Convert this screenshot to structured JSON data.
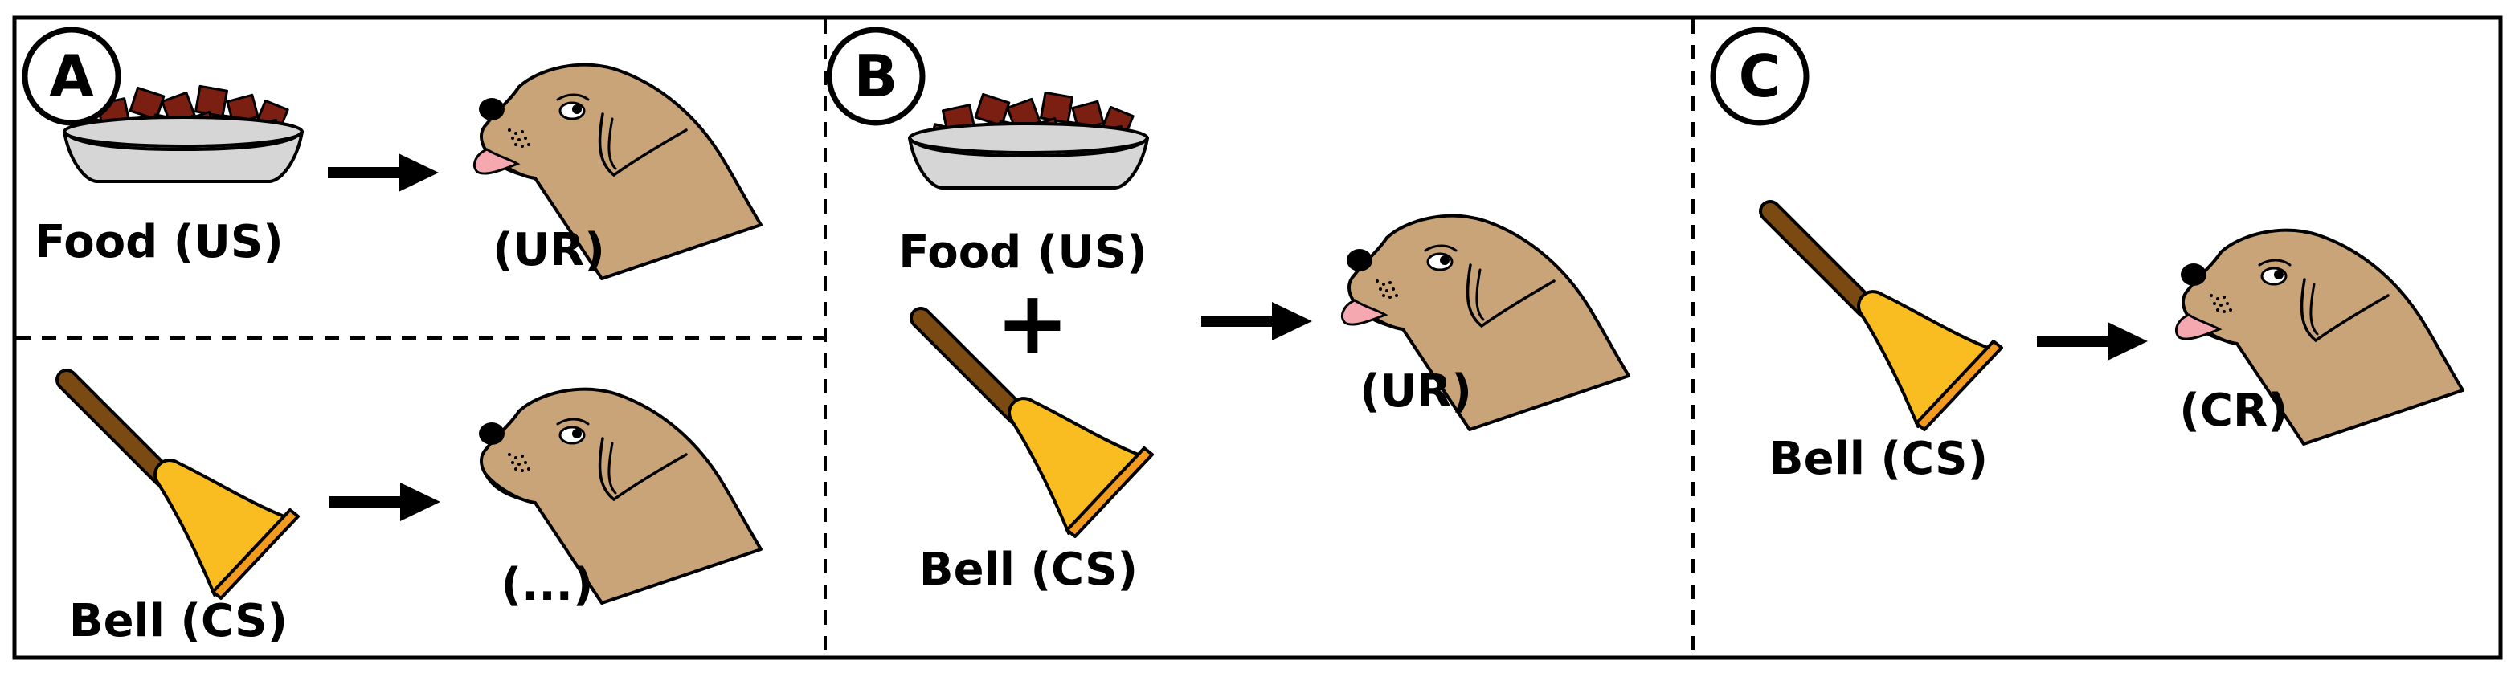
{
  "panels": {
    "A": {
      "letter": "A",
      "top": {
        "stimulus_label": "Food (US)",
        "response_label": "(UR)"
      },
      "bottom": {
        "stimulus_label": "Bell (CS)",
        "response_label": "(...)"
      }
    },
    "B": {
      "letter": "B",
      "food_label": "Food (US)",
      "plus": "+",
      "bell_label": "Bell (CS)",
      "response_label": "(UR)"
    },
    "C": {
      "letter": "C",
      "bell_label": "Bell (CS)",
      "response_label": "(CR)"
    }
  },
  "colors": {
    "dog_fur": "#C8A478",
    "tongue": "#F5A8B0",
    "bowl": "#D6D6D6",
    "food": "#7B1F12",
    "bell": "#F9BD22",
    "bell_rim": "#F29B1F",
    "handle": "#7A4A12",
    "outline": "#000000"
  },
  "icons": [
    "food-bowl-icon",
    "bell-icon",
    "dog-head-icon",
    "arrow-right-icon"
  ]
}
